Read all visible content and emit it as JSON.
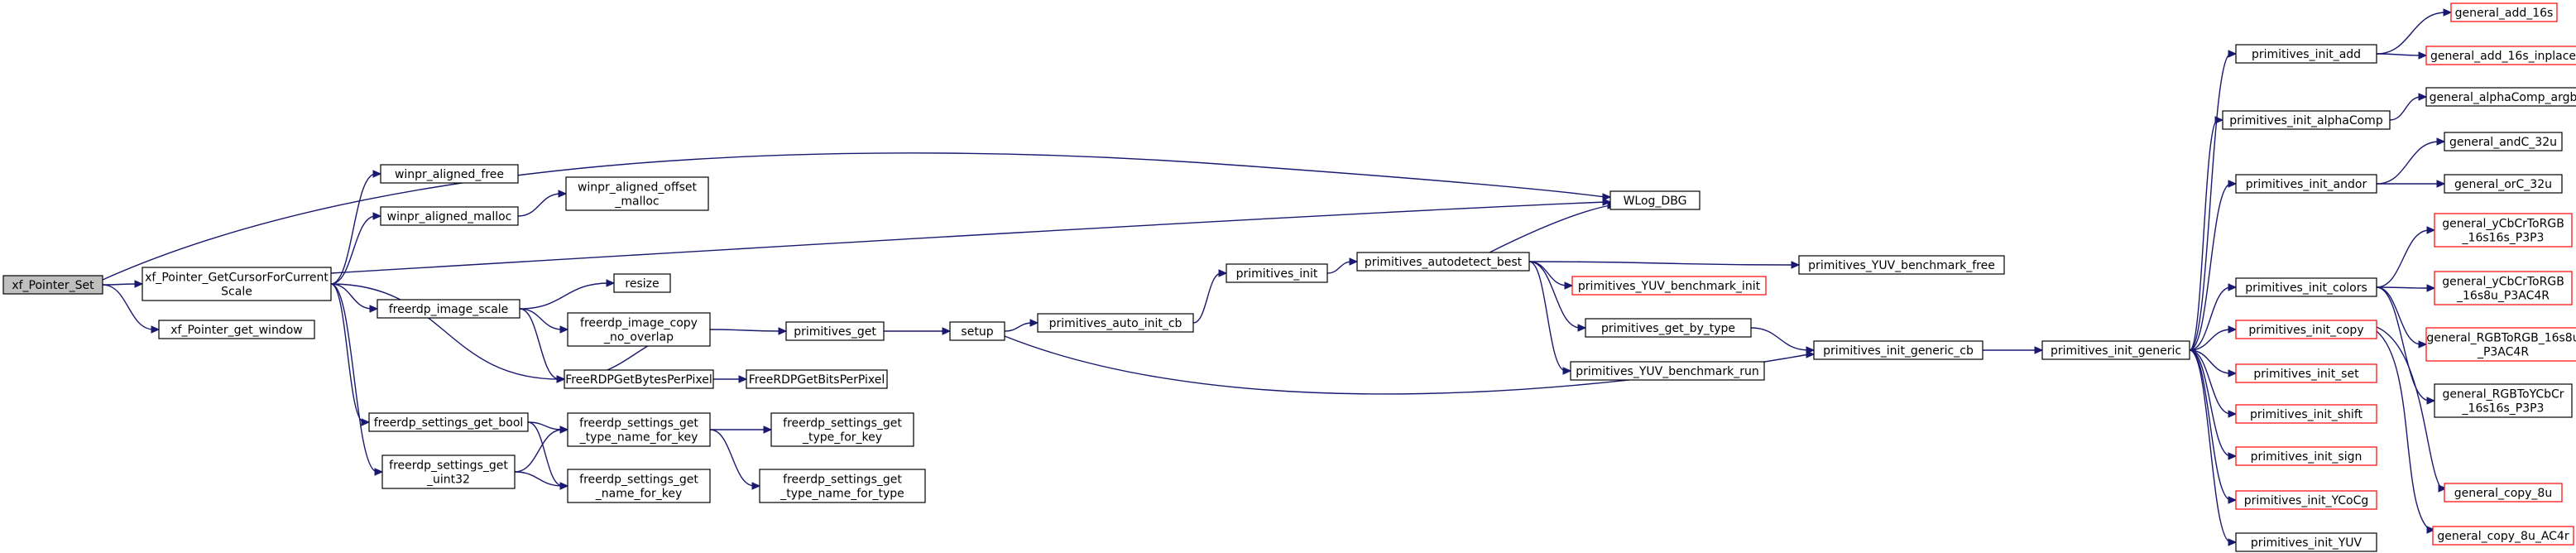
{
  "colors": {
    "edge": "#191970",
    "node_border": "#000000",
    "node_border_highlight": "#ff0000",
    "root_fill": "#bfbfbf",
    "node_fill": "#ffffff"
  },
  "nodes": [
    {
      "id": "xf_Pointer_Set",
      "lines": [
        "xf_Pointer_Set"
      ],
      "root": true
    },
    {
      "id": "xf_Pointer_GetCursorForCurrentScale",
      "lines": [
        "xf_Pointer_GetCursorForCurrent",
        "Scale"
      ]
    },
    {
      "id": "xf_Pointer_get_window",
      "lines": [
        "xf_Pointer_get_window"
      ]
    },
    {
      "id": "winpr_aligned_free",
      "lines": [
        "winpr_aligned_free"
      ]
    },
    {
      "id": "winpr_aligned_malloc",
      "lines": [
        "winpr_aligned_malloc"
      ]
    },
    {
      "id": "winpr_aligned_offset_malloc",
      "lines": [
        "winpr_aligned_offset",
        "_malloc"
      ]
    },
    {
      "id": "WLog_DBG",
      "lines": [
        "WLog_DBG"
      ]
    },
    {
      "id": "freerdp_image_scale",
      "lines": [
        "freerdp_image_scale"
      ]
    },
    {
      "id": "resize",
      "lines": [
        "resize"
      ]
    },
    {
      "id": "freerdp_image_copy_no_overlap",
      "lines": [
        "freerdp_image_copy",
        "_no_overlap"
      ]
    },
    {
      "id": "FreeRDPGetBytesPerPixel",
      "lines": [
        "FreeRDPGetBytesPerPixel"
      ]
    },
    {
      "id": "FreeRDPGetBitsPerPixel",
      "lines": [
        "FreeRDPGetBitsPerPixel"
      ]
    },
    {
      "id": "freerdp_settings_get_bool",
      "lines": [
        "freerdp_settings_get_bool"
      ]
    },
    {
      "id": "freerdp_settings_get_uint32",
      "lines": [
        "freerdp_settings_get",
        "_uint32"
      ]
    },
    {
      "id": "freerdp_settings_get_type_name_for_key",
      "lines": [
        "freerdp_settings_get",
        "_type_name_for_key"
      ]
    },
    {
      "id": "freerdp_settings_get_name_for_key",
      "lines": [
        "freerdp_settings_get",
        "_name_for_key"
      ]
    },
    {
      "id": "freerdp_settings_get_type_for_key",
      "lines": [
        "freerdp_settings_get",
        "_type_for_key"
      ]
    },
    {
      "id": "freerdp_settings_get_type_name_for_type",
      "lines": [
        "freerdp_settings_get",
        "_type_name_for_type"
      ]
    },
    {
      "id": "primitives_get",
      "lines": [
        "primitives_get"
      ]
    },
    {
      "id": "setup",
      "lines": [
        "setup"
      ]
    },
    {
      "id": "primitives_auto_init_cb",
      "lines": [
        "primitives_auto_init_cb"
      ]
    },
    {
      "id": "primitives_init",
      "lines": [
        "primitives_init"
      ]
    },
    {
      "id": "primitives_autodetect_best",
      "lines": [
        "primitives_autodetect_best"
      ]
    },
    {
      "id": "primitives_YUV_benchmark_init",
      "lines": [
        "primitives_YUV_benchmark_init"
      ],
      "red": true
    },
    {
      "id": "primitives_YUV_benchmark_free",
      "lines": [
        "primitives_YUV_benchmark_free"
      ]
    },
    {
      "id": "primitives_get_by_type",
      "lines": [
        "primitives_get_by_type"
      ]
    },
    {
      "id": "primitives_YUV_benchmark_run",
      "lines": [
        "primitives_YUV_benchmark_run"
      ]
    },
    {
      "id": "primitives_init_generic_cb",
      "lines": [
        "primitives_init_generic_cb"
      ]
    },
    {
      "id": "primitives_init_generic",
      "lines": [
        "primitives_init_generic"
      ]
    },
    {
      "id": "primitives_init_add",
      "lines": [
        "primitives_init_add"
      ]
    },
    {
      "id": "primitives_init_alphaComp",
      "lines": [
        "primitives_init_alphaComp"
      ]
    },
    {
      "id": "primitives_init_andor",
      "lines": [
        "primitives_init_andor"
      ]
    },
    {
      "id": "primitives_init_colors",
      "lines": [
        "primitives_init_colors"
      ]
    },
    {
      "id": "primitives_init_copy",
      "lines": [
        "primitives_init_copy"
      ],
      "red": true
    },
    {
      "id": "primitives_init_set",
      "lines": [
        "primitives_init_set"
      ],
      "red": true
    },
    {
      "id": "primitives_init_shift",
      "lines": [
        "primitives_init_shift"
      ],
      "red": true
    },
    {
      "id": "primitives_init_sign",
      "lines": [
        "primitives_init_sign"
      ],
      "red": true
    },
    {
      "id": "primitives_init_YCoCg",
      "lines": [
        "primitives_init_YCoCg"
      ],
      "red": true
    },
    {
      "id": "primitives_init_YUV",
      "lines": [
        "primitives_init_YUV"
      ]
    },
    {
      "id": "general_add_16s",
      "lines": [
        "general_add_16s"
      ],
      "red": true
    },
    {
      "id": "general_add_16s_inplace",
      "lines": [
        "general_add_16s_inplace"
      ],
      "red": true
    },
    {
      "id": "general_alphaComp_argb",
      "lines": [
        "general_alphaComp_argb"
      ]
    },
    {
      "id": "general_andC_32u",
      "lines": [
        "general_andC_32u"
      ]
    },
    {
      "id": "general_orC_32u",
      "lines": [
        "general_orC_32u"
      ]
    },
    {
      "id": "general_yCbCrToRGB_16s16s_P3P3",
      "lines": [
        "general_yCbCrToRGB",
        "_16s16s_P3P3"
      ],
      "red": true
    },
    {
      "id": "general_yCbCrToRGB_16s8u_P3AC4R",
      "lines": [
        "general_yCbCrToRGB",
        "_16s8u_P3AC4R"
      ],
      "red": true
    },
    {
      "id": "general_RGBToRGB_16s8u_P3AC4R",
      "lines": [
        "general_RGBToRGB_16s8u",
        "_P3AC4R"
      ],
      "red": true
    },
    {
      "id": "general_RGBToYCbCr_16s16s_P3P3",
      "lines": [
        "general_RGBToYCbCr",
        "_16s16s_P3P3"
      ]
    },
    {
      "id": "general_copy_8u",
      "lines": [
        "general_copy_8u"
      ],
      "red": true
    },
    {
      "id": "general_copy_8u_AC4r",
      "lines": [
        "general_copy_8u_AC4r"
      ],
      "red": true
    }
  ],
  "edges": [
    [
      "xf_Pointer_Set",
      "xf_Pointer_GetCursorForCurrentScale"
    ],
    [
      "xf_Pointer_Set",
      "xf_Pointer_get_window"
    ],
    [
      "xf_Pointer_Set",
      "WLog_DBG"
    ],
    [
      "xf_Pointer_GetCursorForCurrentScale",
      "winpr_aligned_free"
    ],
    [
      "xf_Pointer_GetCursorForCurrentScale",
      "winpr_aligned_malloc"
    ],
    [
      "xf_Pointer_GetCursorForCurrentScale",
      "WLog_DBG"
    ],
    [
      "xf_Pointer_GetCursorForCurrentScale",
      "freerdp_image_scale"
    ],
    [
      "xf_Pointer_GetCursorForCurrentScale",
      "FreeRDPGetBytesPerPixel"
    ],
    [
      "xf_Pointer_GetCursorForCurrentScale",
      "freerdp_settings_get_bool"
    ],
    [
      "xf_Pointer_GetCursorForCurrentScale",
      "freerdp_settings_get_uint32"
    ],
    [
      "winpr_aligned_malloc",
      "winpr_aligned_offset_malloc"
    ],
    [
      "freerdp_image_scale",
      "resize"
    ],
    [
      "freerdp_image_scale",
      "freerdp_image_copy_no_overlap"
    ],
    [
      "freerdp_image_scale",
      "FreeRDPGetBytesPerPixel"
    ],
    [
      "freerdp_image_copy_no_overlap",
      "primitives_get"
    ],
    [
      "freerdp_image_copy_no_overlap",
      "FreeRDPGetBytesPerPixel"
    ],
    [
      "FreeRDPGetBytesPerPixel",
      "FreeRDPGetBitsPerPixel"
    ],
    [
      "freerdp_settings_get_bool",
      "freerdp_settings_get_type_name_for_key"
    ],
    [
      "freerdp_settings_get_bool",
      "freerdp_settings_get_name_for_key"
    ],
    [
      "freerdp_settings_get_uint32",
      "freerdp_settings_get_type_name_for_key"
    ],
    [
      "freerdp_settings_get_uint32",
      "freerdp_settings_get_name_for_key"
    ],
    [
      "freerdp_settings_get_type_name_for_key",
      "freerdp_settings_get_type_for_key"
    ],
    [
      "freerdp_settings_get_type_name_for_key",
      "freerdp_settings_get_type_name_for_type"
    ],
    [
      "primitives_get",
      "setup"
    ],
    [
      "setup",
      "primitives_auto_init_cb"
    ],
    [
      "setup",
      "primitives_init_generic_cb"
    ],
    [
      "primitives_auto_init_cb",
      "primitives_init"
    ],
    [
      "primitives_init",
      "primitives_autodetect_best"
    ],
    [
      "primitives_autodetect_best",
      "WLog_DBG"
    ],
    [
      "primitives_autodetect_best",
      "primitives_YUV_benchmark_free"
    ],
    [
      "primitives_autodetect_best",
      "primitives_YUV_benchmark_init"
    ],
    [
      "primitives_autodetect_best",
      "primitives_get_by_type"
    ],
    [
      "primitives_autodetect_best",
      "primitives_YUV_benchmark_run"
    ],
    [
      "primitives_get_by_type",
      "primitives_init_generic_cb"
    ],
    [
      "primitives_init_generic_cb",
      "primitives_init_generic"
    ],
    [
      "primitives_init_generic",
      "primitives_init_add"
    ],
    [
      "primitives_init_generic",
      "primitives_init_alphaComp"
    ],
    [
      "primitives_init_generic",
      "primitives_init_andor"
    ],
    [
      "primitives_init_generic",
      "primitives_init_colors"
    ],
    [
      "primitives_init_generic",
      "primitives_init_copy"
    ],
    [
      "primitives_init_generic",
      "primitives_init_set"
    ],
    [
      "primitives_init_generic",
      "primitives_init_shift"
    ],
    [
      "primitives_init_generic",
      "primitives_init_sign"
    ],
    [
      "primitives_init_generic",
      "primitives_init_YCoCg"
    ],
    [
      "primitives_init_generic",
      "primitives_init_YUV"
    ],
    [
      "primitives_init_add",
      "general_add_16s"
    ],
    [
      "primitives_init_add",
      "general_add_16s_inplace"
    ],
    [
      "primitives_init_alphaComp",
      "general_alphaComp_argb"
    ],
    [
      "primitives_init_andor",
      "general_andC_32u"
    ],
    [
      "primitives_init_andor",
      "general_orC_32u"
    ],
    [
      "primitives_init_colors",
      "general_yCbCrToRGB_16s16s_P3P3"
    ],
    [
      "primitives_init_colors",
      "general_yCbCrToRGB_16s8u_P3AC4R"
    ],
    [
      "primitives_init_colors",
      "general_RGBToRGB_16s8u_P3AC4R"
    ],
    [
      "primitives_init_colors",
      "general_RGBToYCbCr_16s16s_P3P3"
    ],
    [
      "primitives_init_copy",
      "general_copy_8u"
    ],
    [
      "primitives_init_copy",
      "general_copy_8u_AC4r"
    ]
  ]
}
